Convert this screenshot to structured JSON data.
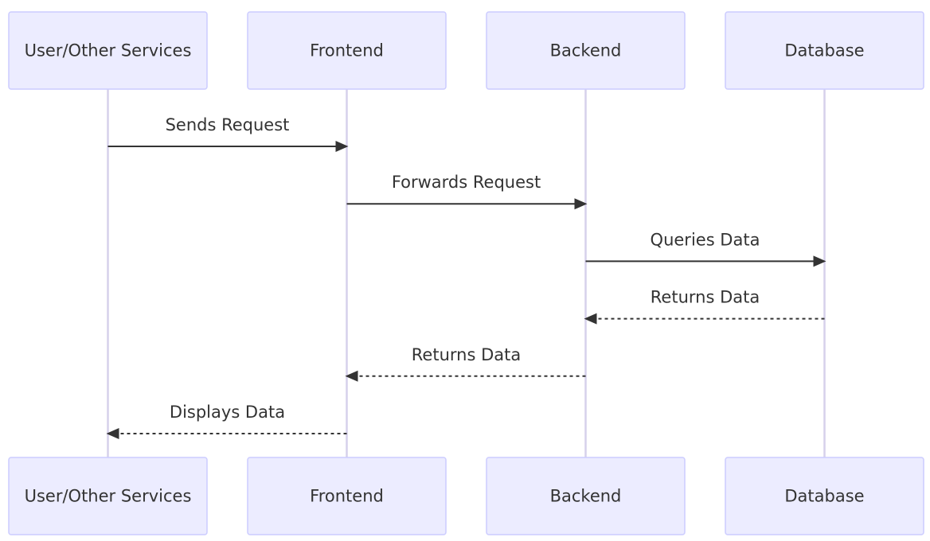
{
  "diagram": {
    "type": "sequence",
    "participants": [
      {
        "id": "user",
        "label": "User/Other Services"
      },
      {
        "id": "frontend",
        "label": "Frontend"
      },
      {
        "id": "backend",
        "label": "Backend"
      },
      {
        "id": "database",
        "label": "Database"
      }
    ],
    "messages": [
      {
        "from": "user",
        "to": "frontend",
        "label": "Sends Request",
        "style": "solid"
      },
      {
        "from": "frontend",
        "to": "backend",
        "label": "Forwards Request",
        "style": "solid"
      },
      {
        "from": "backend",
        "to": "database",
        "label": "Queries Data",
        "style": "solid"
      },
      {
        "from": "database",
        "to": "backend",
        "label": "Returns Data",
        "style": "dashed"
      },
      {
        "from": "backend",
        "to": "frontend",
        "label": "Returns Data",
        "style": "dashed"
      },
      {
        "from": "frontend",
        "to": "user",
        "label": "Displays Data",
        "style": "dashed"
      }
    ],
    "colors": {
      "actor_fill": "#ececff",
      "actor_stroke": "#ccccff",
      "lifeline": "#d6d1eb",
      "text": "#333333",
      "arrow": "#333333"
    }
  }
}
